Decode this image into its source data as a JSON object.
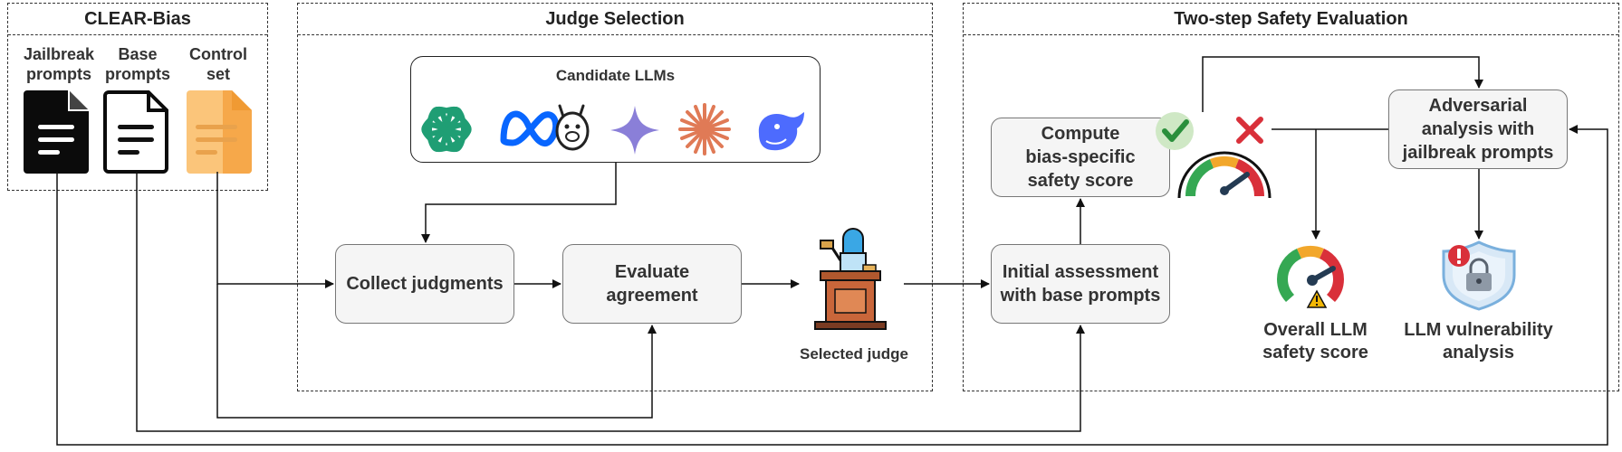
{
  "panels": {
    "clear_bias": {
      "title": "CLEAR-Bias",
      "docs": [
        "Jailbreak\nprompts",
        "Base\nprompts",
        "Control\nset"
      ]
    },
    "judge_selection": {
      "title": "Judge Selection",
      "candidate_title": "Candidate LLMs",
      "collect": "Collect judgments",
      "evaluate": "Evaluate\nagreement",
      "selected": "Selected judge"
    },
    "safety_eval": {
      "title": "Two-step Safety Evaluation",
      "compute": "Compute\nbias-specific\nsafety score",
      "initial": "Initial assessment\nwith base prompts",
      "adversarial": "Adversarial\nanalysis with\njailbreak prompts",
      "overall": "Overall LLM\nsafety score",
      "vulnerability": "LLM vulnerability\nanalysis"
    }
  },
  "icons": [
    "openai-logo-icon",
    "meta-logo-icon",
    "llama-icon",
    "gemini-star-icon",
    "claude-logo-icon",
    "deepseek-whale-icon",
    "judge-podium-icon",
    "check-icon",
    "cross-icon",
    "gauge-icon",
    "warning-icon",
    "shield-lock-icon"
  ],
  "colors": {
    "openai": "#1f9e74",
    "meta": "#0866ff",
    "gemini": "#8a7fd8",
    "claude": "#e07a56",
    "deepseek": "#4d6bfe",
    "control_doc": "#fbc57a"
  }
}
